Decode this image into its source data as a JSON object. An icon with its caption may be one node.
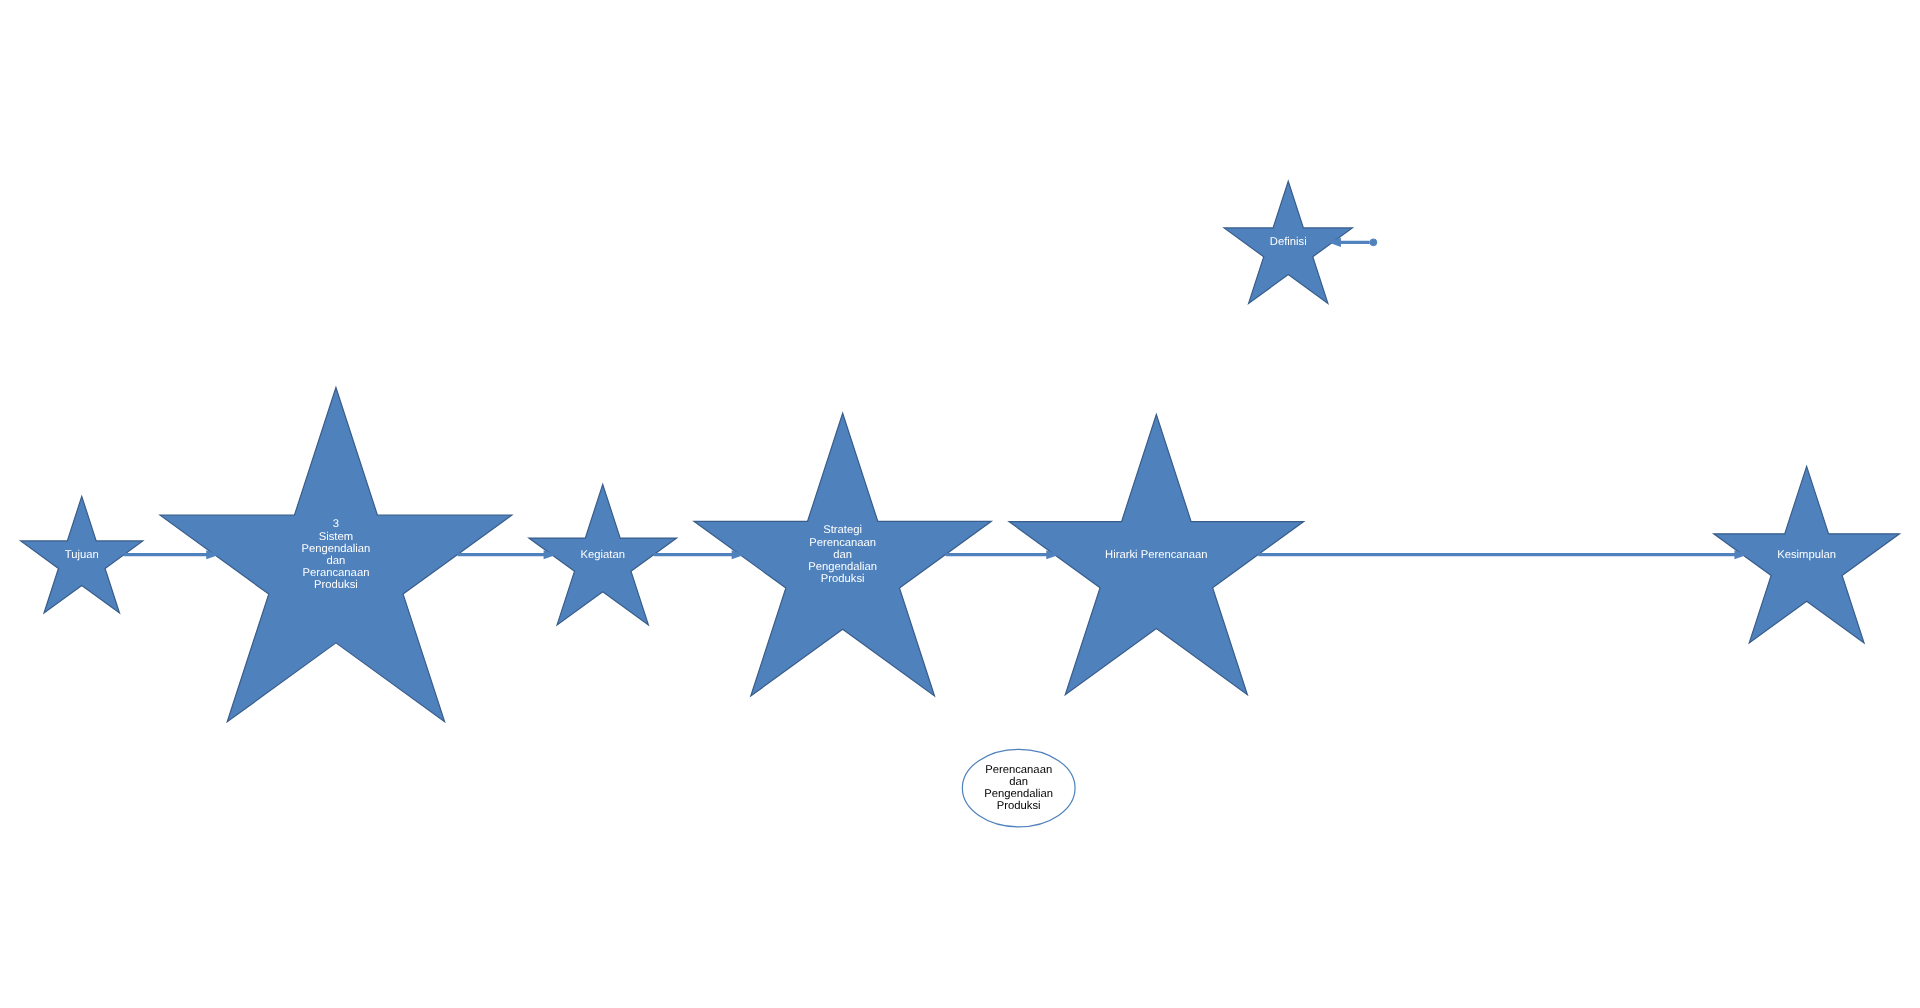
{
  "diagram": {
    "nodes": [
      {
        "text": [
          "Hirarki Perencanaan"
        ]
      },
      {
        "text": [
          "Kesimpulan"
        ]
      },
      {
        "text": [
          "Definisi"
        ]
      },
      {
        "text": [
          "Tujuan"
        ]
      },
      {
        "text": [
          "Perencanaan dan Pengendalian Produksi"
        ]
      },
      {
        "text": [
          "3 Sistem Pengendalian dan Perancanaan Produksi"
        ]
      },
      {
        "text": [
          "Strategi Perencanaan dan Pengendalian Produksi"
        ]
      },
      {
        "text": [
          "Kegiatan"
        ]
      }
    ],
    "edges": [
      {
        "from": 0,
        "to": 1,
        "arrow": "to"
      },
      {
        "from": null,
        "to": 2,
        "arrow": "to"
      },
      {
        "from": 3,
        "to": 5,
        "arrow": "to"
      },
      {
        "from": 5,
        "to": 7,
        "arrow": "to"
      },
      {
        "from": 7,
        "to": 6,
        "arrow": "to"
      },
      {
        "from": 6,
        "to": 0,
        "arrow": "to"
      }
    ]
  }
}
